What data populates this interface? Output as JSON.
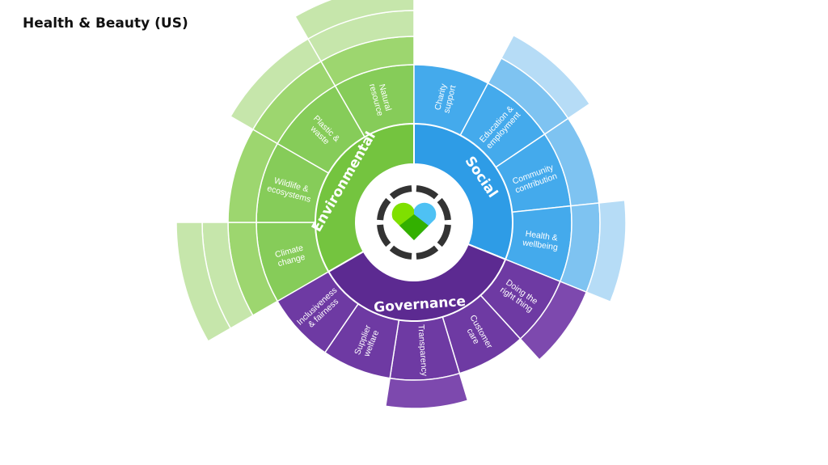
{
  "title": "Health & Beauty (US)",
  "colors": {
    "environmental": {
      "inner": "#74c43f",
      "mid": "#86cc59",
      "pale": "#9dd66f",
      "outer": "#c6e6ab"
    },
    "social": {
      "inner": "#2e9ce6",
      "mid": "#44aaec",
      "pale": "#7ec3f1",
      "outer": "#b6dcf6"
    },
    "governance": {
      "inner": "#5c2a91",
      "mid": "#6e3aa3",
      "pale": "#7d49ae",
      "outer": "#9a6fc0"
    },
    "logo_ring": "#333333",
    "logo_green": "#33b000",
    "logo_lime": "#7fe000",
    "logo_blue": "#4ec1f4"
  },
  "categories": [
    {
      "name": "Environmental",
      "key": "environmental",
      "segments": [
        {
          "label": "Climate change",
          "lines": [
            "Climate",
            "change"
          ],
          "score": 3
        },
        {
          "label": "Wildlife & ecosystems",
          "lines": [
            "Wildlife &",
            "ecosystems"
          ],
          "score": 1
        },
        {
          "label": "Plastic & waste",
          "lines": [
            "Plastic &",
            "waste"
          ],
          "score": 2
        },
        {
          "label": "Natural resource",
          "lines": [
            "Natural",
            "resource"
          ],
          "score": 3
        }
      ]
    },
    {
      "name": "Social",
      "key": "social",
      "segments": [
        {
          "label": "Charity support",
          "lines": [
            "Charity",
            "support"
          ],
          "score": 0
        },
        {
          "label": "Education & employment",
          "lines": [
            "Education &",
            "employment"
          ],
          "score": 2
        },
        {
          "label": "Community contribution",
          "lines": [
            "Community",
            "contribution"
          ],
          "score": 1
        },
        {
          "label": "Health & wellbeing",
          "lines": [
            "Health &",
            "wellbeing"
          ],
          "score": 2
        }
      ]
    },
    {
      "name": "Governance",
      "key": "governance",
      "segments": [
        {
          "label": "Doing the right thing",
          "lines": [
            "Doing the",
            "right thing"
          ],
          "score": 1
        },
        {
          "label": "Customer care",
          "lines": [
            "Customer",
            "care"
          ],
          "score": 0
        },
        {
          "label": "Transparency",
          "lines": [
            "Transparency"
          ],
          "score": 1
        },
        {
          "label": "Supplier welfare",
          "lines": [
            "Supplier",
            "welfare"
          ],
          "score": 0
        },
        {
          "label": "Inclusiveness & fairness",
          "lines": [
            "Inclusiveness",
            "& fairness"
          ],
          "score": 0
        }
      ]
    }
  ]
}
